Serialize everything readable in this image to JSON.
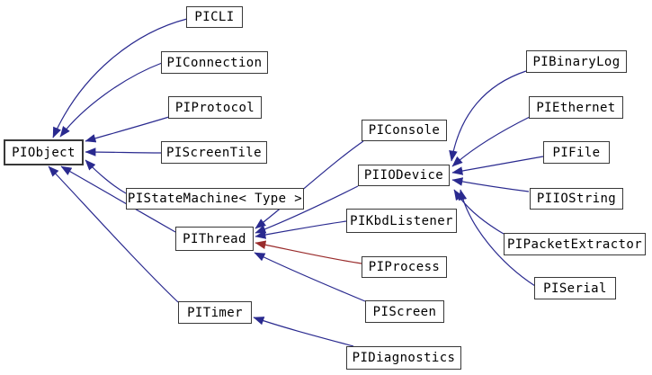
{
  "diagram": {
    "type": "class-inheritance-graph",
    "nodes": {
      "piobject": {
        "label": "PIObject"
      },
      "picli": {
        "label": "PICLI"
      },
      "piconnection": {
        "label": "PIConnection"
      },
      "piprotocol": {
        "label": "PIProtocol"
      },
      "piscreentile": {
        "label": "PIScreenTile"
      },
      "pistatemachine": {
        "label": "PIStateMachine< Type >"
      },
      "pithread": {
        "label": "PIThread"
      },
      "pitimer": {
        "label": "PITimer"
      },
      "piconsole": {
        "label": "PIConsole"
      },
      "piiodevice": {
        "label": "PIIODevice"
      },
      "pikbdlistener": {
        "label": "PIKbdListener"
      },
      "piprocess": {
        "label": "PIProcess"
      },
      "piscreen": {
        "label": "PIScreen"
      },
      "pidiagnostics": {
        "label": "PIDiagnostics"
      },
      "pibinarylog": {
        "label": "PIBinaryLog"
      },
      "piethernet": {
        "label": "PIEthernet"
      },
      "pifile": {
        "label": "PIFile"
      },
      "piiostring": {
        "label": "PIIOString"
      },
      "pipacketextractor": {
        "label": "PIPacketExtractor"
      },
      "piserial": {
        "label": "PISerial"
      }
    },
    "edges": [
      {
        "from": "PICLI",
        "to": "PIObject",
        "relation": "public"
      },
      {
        "from": "PIConnection",
        "to": "PIObject",
        "relation": "public"
      },
      {
        "from": "PIProtocol",
        "to": "PIObject",
        "relation": "public"
      },
      {
        "from": "PIScreenTile",
        "to": "PIObject",
        "relation": "public"
      },
      {
        "from": "PIStateMachine< Type >",
        "to": "PIObject",
        "relation": "public"
      },
      {
        "from": "PIThread",
        "to": "PIObject",
        "relation": "public"
      },
      {
        "from": "PITimer",
        "to": "PIObject",
        "relation": "public"
      },
      {
        "from": "PIConsole",
        "to": "PIThread",
        "relation": "public"
      },
      {
        "from": "PIIODevice",
        "to": "PIThread",
        "relation": "public"
      },
      {
        "from": "PIKbdListener",
        "to": "PIThread",
        "relation": "public"
      },
      {
        "from": "PIProcess",
        "to": "PIThread",
        "relation": "private"
      },
      {
        "from": "PIScreen",
        "to": "PIThread",
        "relation": "public"
      },
      {
        "from": "PIDiagnostics",
        "to": "PITimer",
        "relation": "public"
      },
      {
        "from": "PIBinaryLog",
        "to": "PIIODevice",
        "relation": "public"
      },
      {
        "from": "PIEthernet",
        "to": "PIIODevice",
        "relation": "public"
      },
      {
        "from": "PIFile",
        "to": "PIIODevice",
        "relation": "public"
      },
      {
        "from": "PIIOString",
        "to": "PIIODevice",
        "relation": "public"
      },
      {
        "from": "PIPacketExtractor",
        "to": "PIIODevice",
        "relation": "public"
      },
      {
        "from": "PISerial",
        "to": "PIIODevice",
        "relation": "public"
      }
    ],
    "colors": {
      "edge_public": "#2a2a8f",
      "edge_private": "#992b2b",
      "node_border": "#383838",
      "node_background": "#ffffff",
      "text": "#000000",
      "page_background": "#ffffff"
    }
  }
}
